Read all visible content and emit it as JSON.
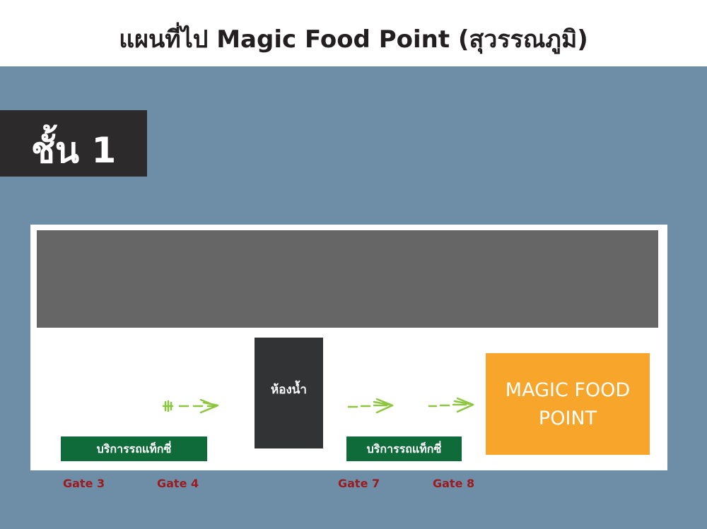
{
  "header": {
    "title": "แผนที่ไป Magic Food Point (สุวรรณภูมิ)"
  },
  "floor_label": "ชั้น 1",
  "map": {
    "toilet_label": "ห้องน้ำ",
    "taxi_labels": [
      "บริการรถแท็กซี่",
      "บริการรถแท็กซี่"
    ],
    "destination_label": "MAGIC FOOD POINT",
    "gates": [
      "Gate 3",
      "Gate 4",
      "Gate 7",
      "Gate 8"
    ]
  },
  "colors": {
    "background": "#6e8ea8",
    "terminal_block": "#666666",
    "toilet_block": "#323335",
    "taxi_green": "#0f6b3a",
    "destination_orange": "#f8a52b",
    "gate_red": "#9b1a1f",
    "arrow_green": "#8cc63f"
  }
}
